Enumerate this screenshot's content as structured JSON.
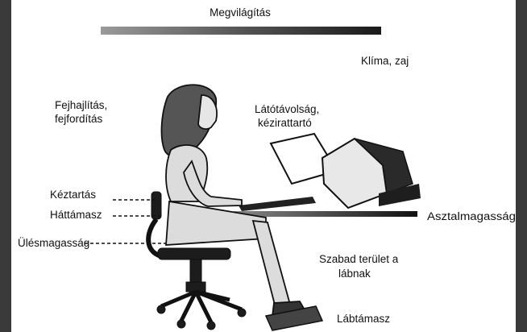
{
  "labels": {
    "lighting": "Megvilágítás",
    "climate_noise": "Klíma, zaj",
    "head_tilt": "Fejhajlítás,",
    "head_turn": "fejfordítás",
    "view_distance": "Látótávolság,",
    "manuscript_holder": "kézirattartó",
    "hand_rest": "Kéztartás",
    "backrest": "Háttámasz",
    "desk_height": "Asztalmagasság",
    "seat_height": "Ülésmagasság",
    "free_space_1": "Szabad terület a",
    "free_space_2": "lábnak",
    "footrest": "Lábtámasz"
  },
  "colors": {
    "background_paper": "#3a3a3a",
    "ink": "#111111",
    "figure_fill": "#dcdcdc",
    "light_bar_start": "#222222",
    "light_bar_end": "#9a9a9a"
  }
}
